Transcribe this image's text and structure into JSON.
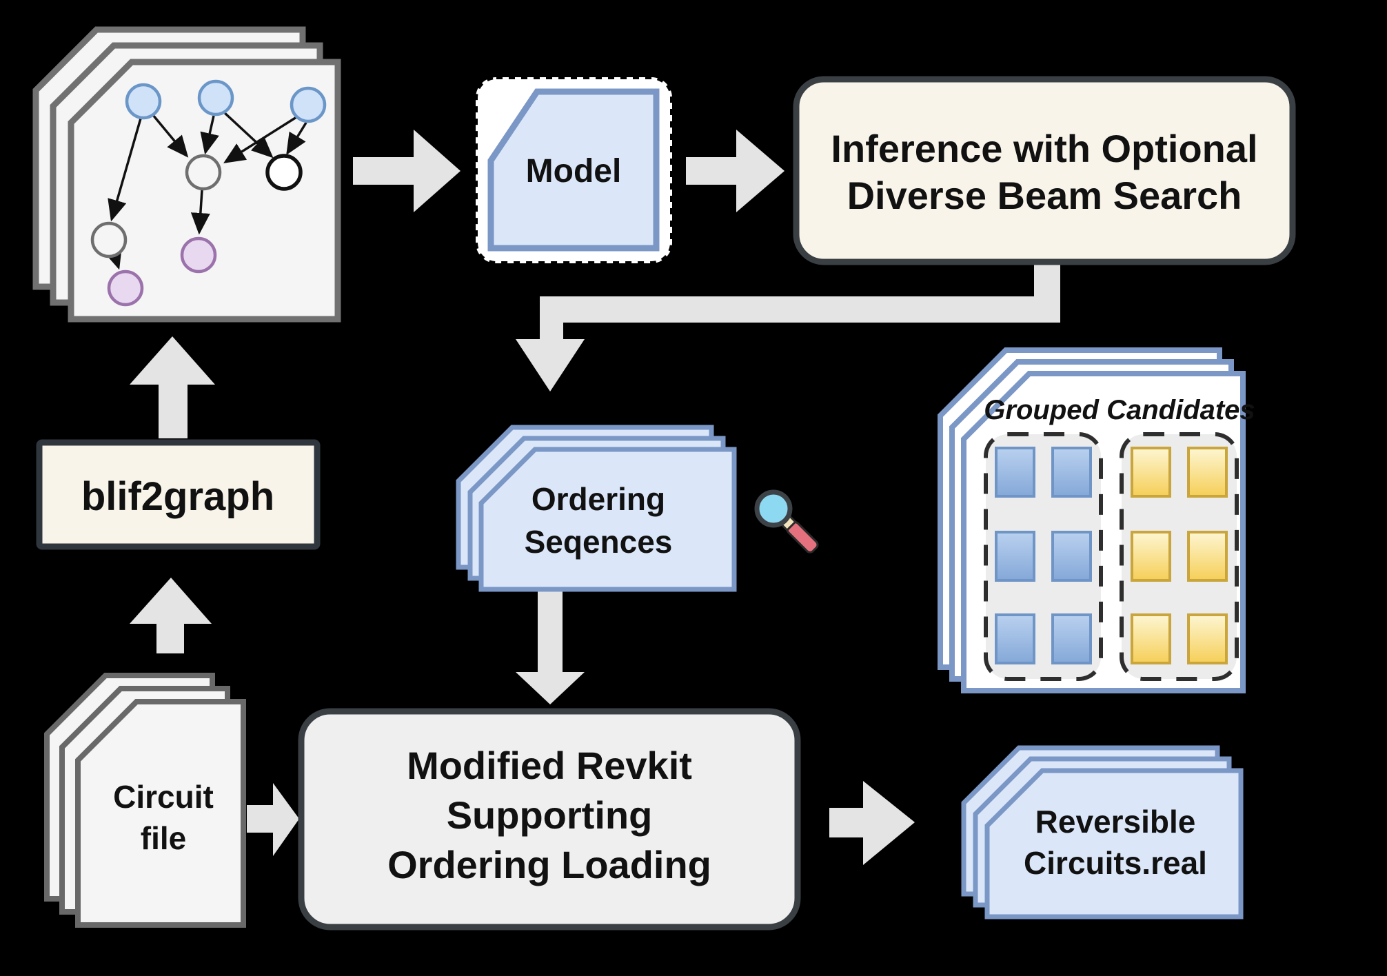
{
  "diagram_title": "circuit-ordering-pipeline",
  "labels": {
    "model": "Model",
    "inference_line1": "Inference with Optional",
    "inference_line2": "Diverse Beam Search",
    "grouped_title": "Grouped Candidates",
    "ordering_line1": "Ordering",
    "ordering_line2": "Seqences",
    "blif2graph": "blif2graph",
    "circuit_line1": "Circuit",
    "circuit_line2": "file",
    "revkit_line1": "Modified Revkit",
    "revkit_line2": "Supporting",
    "revkit_line3": "Ordering Loading",
    "reversible_line1": "Reversible",
    "reversible_line2": "Circuits.real"
  },
  "icons": [
    {
      "name": "magnifier-icon",
      "meaning": "inspect ordering sequences"
    }
  ],
  "colors": {
    "background": "#000000",
    "arrow_gray": "#e4e4e4",
    "page_gray_fill": "#f5f5f5",
    "page_gray_border": "#717171",
    "page_blue_fill": "#dbe7f9",
    "page_blue_border": "#7b97c6",
    "page_white_fill": "#ffffff",
    "box_cream_fill": "#f8f4ea",
    "box_cream_border": "#2f363d",
    "box_gray_fill": "#efefef",
    "box_gray_border": "#3a3f44",
    "model_border_dotted": "#000000",
    "node_blue_fill": "#cfe2f7",
    "node_blue_border": "#6b96c8",
    "node_gray_border": "#6e6e6e",
    "node_black_border": "#111111",
    "node_purple_fill": "#e9d9f0",
    "node_purple_border": "#9b72ab",
    "candidate_blue_top": "#bad1ef",
    "candidate_blue_bottom": "#84a8d8",
    "candidate_blue_border": "#6f94c6",
    "candidate_yellow_top": "#fdf6d2",
    "candidate_yellow_bottom": "#f6cf58",
    "candidate_yellow_border": "#c9a53c",
    "group_fill": "#ececec",
    "group_border": "#2e2e2e",
    "edge_color": "#111111",
    "magnifier_lens": "#8ed9f2",
    "magnifier_ring": "#3d4247",
    "magnifier_collar": "#f2e5bd",
    "magnifier_handle": "#e5707e"
  }
}
